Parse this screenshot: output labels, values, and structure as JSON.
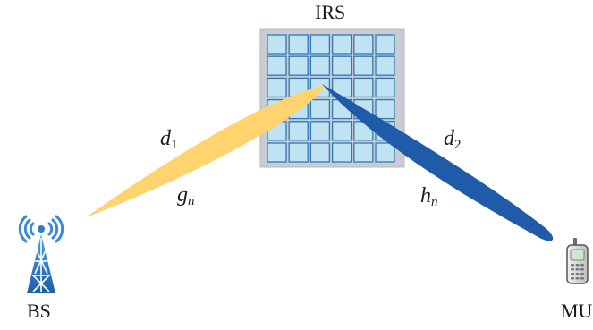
{
  "nodes": {
    "irs": {
      "label": "IRS",
      "icon": "irs-panel-icon"
    },
    "bs": {
      "label": "BS",
      "icon": "base-station-tower-icon"
    },
    "mu": {
      "label": "MU",
      "icon": "mobile-phone-icon"
    }
  },
  "links": {
    "bs_irs": {
      "distance": {
        "base": "d",
        "sub": "1"
      },
      "channel": {
        "base": "g",
        "sub": "n"
      },
      "beam_color": "#FFD36E"
    },
    "irs_mu": {
      "distance": {
        "base": "d",
        "sub": "2"
      },
      "channel": {
        "base": "h",
        "sub": "n"
      },
      "beam_color": "#1F5BA8"
    }
  },
  "colors": {
    "irs_frame": "#C9CDD3",
    "irs_cell": "#BFE3F2",
    "irs_cell_border": "#2E78B7",
    "tower": "#2E7BC6",
    "waves": "#3A8AD4"
  }
}
